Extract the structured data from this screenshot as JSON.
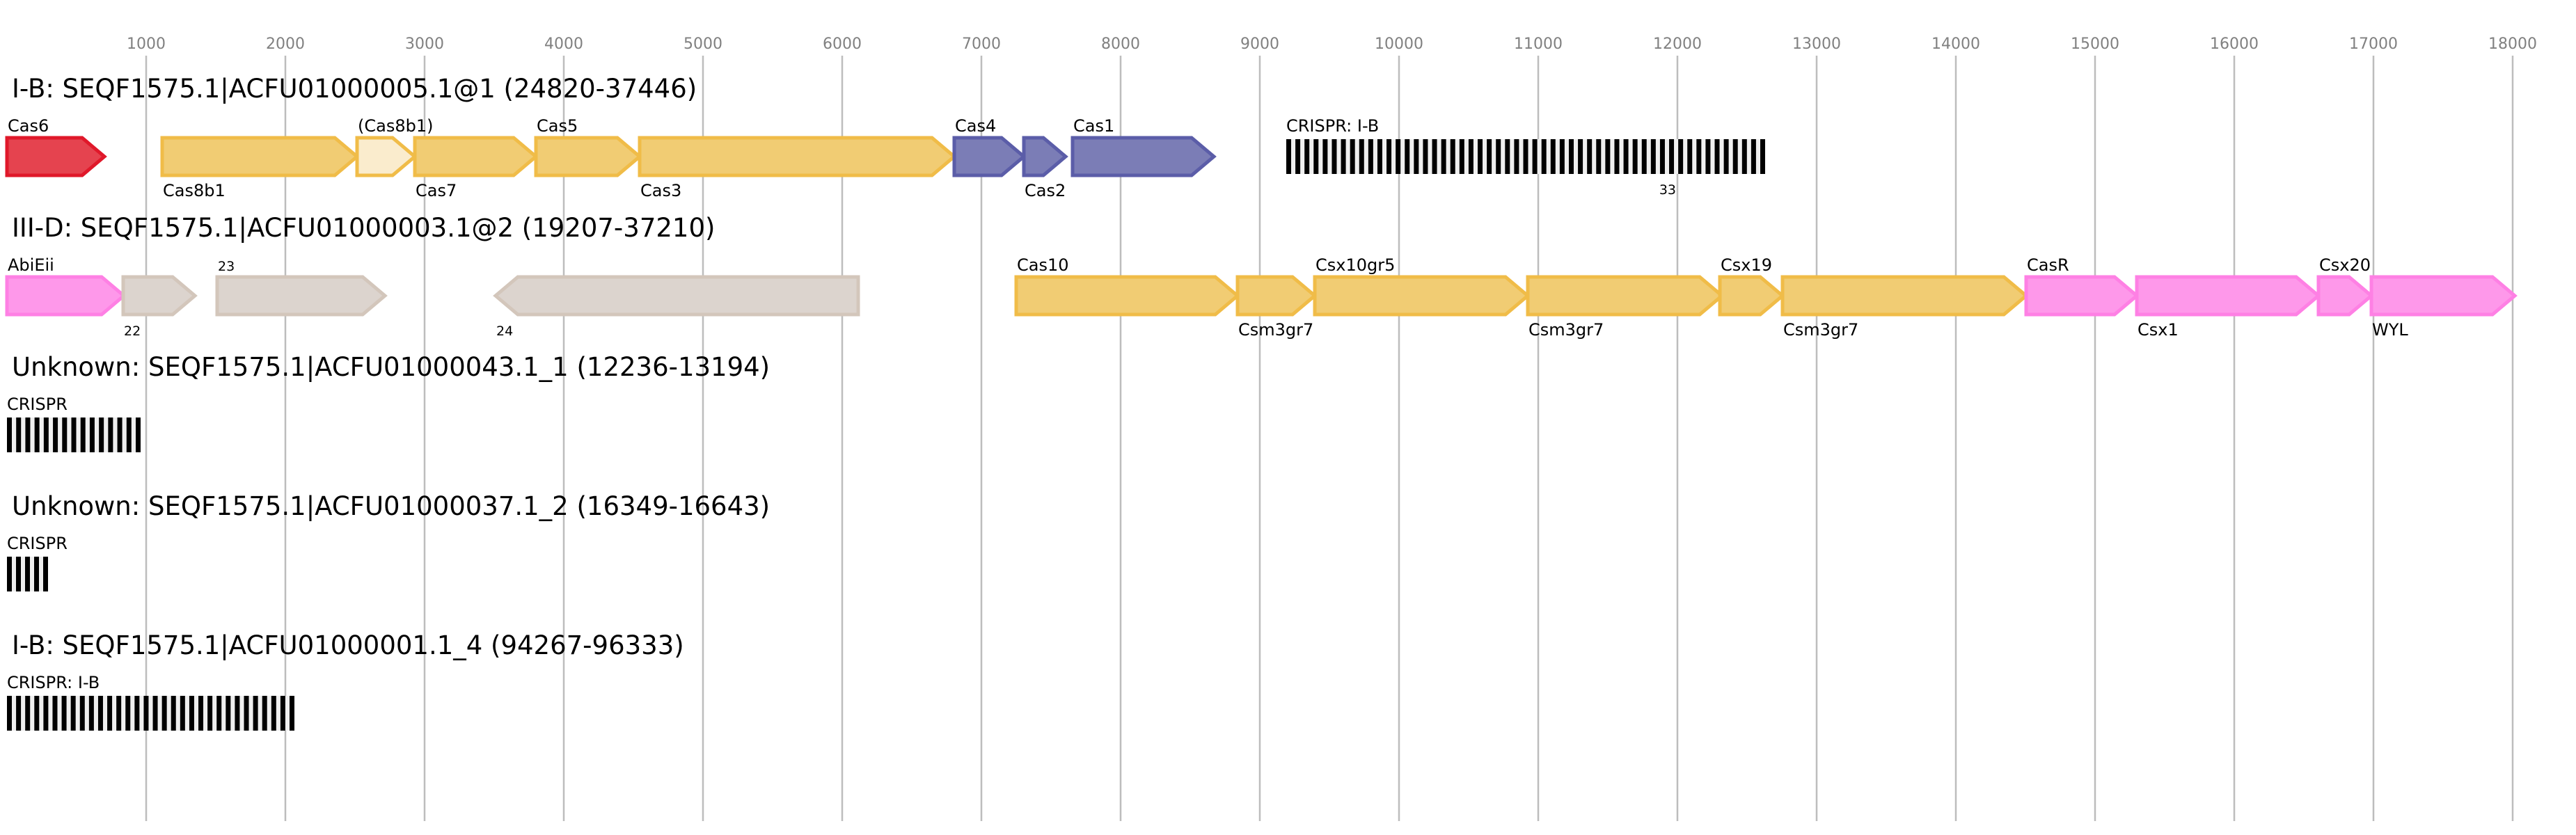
{
  "axis": {
    "ticks": [
      1000,
      2000,
      3000,
      4000,
      5000,
      6000,
      7000,
      8000,
      9000,
      10000,
      11000,
      12000,
      13000,
      14000,
      15000,
      16000,
      17000,
      18000
    ],
    "unit": "bp"
  },
  "colors": {
    "red": {
      "fill": "#e5434f",
      "stroke": "#e0182a"
    },
    "yellow": {
      "fill": "#f1cc73",
      "stroke": "#f0bc48"
    },
    "lightyellow": {
      "fill": "#faeccd",
      "stroke": "#f0bc48"
    },
    "blue": {
      "fill": "#7b7db6",
      "stroke": "#5b5da8"
    },
    "pink": {
      "fill": "#fe98ea",
      "stroke": "#fe80e4"
    },
    "gray": {
      "fill": "#dcd4ce",
      "stroke": "#d3c6bb"
    },
    "crispr_repeat": "#000000",
    "crispr_spacer": "#efefef",
    "gridline": "#bdbdbd",
    "tick_text": "#808080"
  },
  "rows": [
    {
      "title": "I-B: SEQF1575.1|ACFU01000005.1@1 (24820-37446)",
      "features": [
        {
          "kind": "gene",
          "label": "Cas6",
          "start": 0,
          "end": 700,
          "strand": "+",
          "color": "red",
          "label_pos": "above"
        },
        {
          "kind": "gene",
          "label": "Cas8b1",
          "start": 1115,
          "end": 2515,
          "strand": "+",
          "color": "yellow",
          "label_pos": "below"
        },
        {
          "kind": "gene",
          "label": "(Cas8b1)",
          "start": 2515,
          "end": 2930,
          "strand": "+",
          "color": "lightyellow",
          "label_pos": "above"
        },
        {
          "kind": "gene",
          "label": "Cas7",
          "start": 2930,
          "end": 3800,
          "strand": "+",
          "color": "yellow",
          "label_pos": "below"
        },
        {
          "kind": "gene",
          "label": "Cas5",
          "start": 3800,
          "end": 4545,
          "strand": "+",
          "color": "yellow",
          "label_pos": "above"
        },
        {
          "kind": "gene",
          "label": "Cas3",
          "start": 4545,
          "end": 6805,
          "strand": "+",
          "color": "yellow",
          "label_pos": "below"
        },
        {
          "kind": "gene",
          "label": "Cas4",
          "start": 6805,
          "end": 7305,
          "strand": "+",
          "color": "blue",
          "label_pos": "above"
        },
        {
          "kind": "gene",
          "label": "Cas2",
          "start": 7305,
          "end": 7605,
          "strand": "+",
          "color": "blue",
          "label_pos": "below"
        },
        {
          "kind": "gene",
          "label": "Cas1",
          "start": 7655,
          "end": 8670,
          "strand": "+",
          "color": "blue",
          "label_pos": "above"
        },
        {
          "kind": "crispr",
          "label": "CRISPR: I-B",
          "start": 9190,
          "end": 12630,
          "repeats": 53,
          "label_pos": "above",
          "note": "33"
        }
      ]
    },
    {
      "title": "III-D: SEQF1575.1|ACFU01000003.1@2 (19207-37210)",
      "features": [
        {
          "kind": "gene",
          "label": "AbiEii",
          "start": 0,
          "end": 840,
          "strand": "+",
          "color": "pink",
          "label_pos": "above"
        },
        {
          "kind": "gene",
          "label": "22",
          "start": 835,
          "end": 1350,
          "strand": "+",
          "color": "gray",
          "label_pos": "below",
          "small": true
        },
        {
          "kind": "gene",
          "label": "23",
          "start": 1510,
          "end": 2715,
          "strand": "+",
          "color": "gray",
          "label_pos": "above",
          "small": true
        },
        {
          "kind": "gene",
          "label": "24",
          "start": 3510,
          "end": 6115,
          "strand": "-",
          "color": "gray",
          "label_pos": "below",
          "small": true
        },
        {
          "kind": "gene",
          "label": "Cas10",
          "start": 7250,
          "end": 8840,
          "strand": "+",
          "color": "yellow",
          "label_pos": "above"
        },
        {
          "kind": "gene",
          "label": "Csm3gr7",
          "start": 8840,
          "end": 9395,
          "strand": "+",
          "color": "yellow",
          "label_pos": "below"
        },
        {
          "kind": "gene",
          "label": "Csx10gr5",
          "start": 9395,
          "end": 10925,
          "strand": "+",
          "color": "yellow",
          "label_pos": "above"
        },
        {
          "kind": "gene",
          "label": "Csm3gr7",
          "start": 10925,
          "end": 12320,
          "strand": "+",
          "color": "yellow",
          "label_pos": "below"
        },
        {
          "kind": "gene",
          "label": "Csx19",
          "start": 12305,
          "end": 12755,
          "strand": "+",
          "color": "yellow",
          "label_pos": "above"
        },
        {
          "kind": "gene",
          "label": "Csm3gr7",
          "start": 12755,
          "end": 14505,
          "strand": "+",
          "color": "yellow",
          "label_pos": "below"
        },
        {
          "kind": "gene",
          "label": "CasR",
          "start": 14505,
          "end": 15300,
          "strand": "+",
          "color": "pink",
          "label_pos": "above"
        },
        {
          "kind": "gene",
          "label": "Csx1",
          "start": 15300,
          "end": 16605,
          "strand": "+",
          "color": "pink",
          "label_pos": "below"
        },
        {
          "kind": "gene",
          "label": "Csx20",
          "start": 16605,
          "end": 16985,
          "strand": "+",
          "color": "pink",
          "label_pos": "above"
        },
        {
          "kind": "gene",
          "label": "WYL",
          "start": 16985,
          "end": 18015,
          "strand": "+",
          "color": "pink",
          "label_pos": "below"
        }
      ]
    },
    {
      "title": "Unknown: SEQF1575.1|ACFU01000043.1_1 (12236-13194)",
      "features": [
        {
          "kind": "crispr",
          "label": "CRISPR",
          "start": 0,
          "end": 960,
          "repeats": 15,
          "label_pos": "above"
        }
      ]
    },
    {
      "title": "Unknown: SEQF1575.1|ACFU01000037.1_2 (16349-16643)",
      "features": [
        {
          "kind": "crispr",
          "label": "CRISPR",
          "start": 0,
          "end": 295,
          "repeats": 5,
          "label_pos": "above"
        }
      ]
    },
    {
      "title": "I-B: SEQF1575.1|ACFU01000001.1_4 (94267-96333)",
      "features": [
        {
          "kind": "crispr",
          "label": "CRISPR: I-B",
          "start": 0,
          "end": 2065,
          "repeats": 32,
          "label_pos": "above"
        }
      ]
    }
  ]
}
